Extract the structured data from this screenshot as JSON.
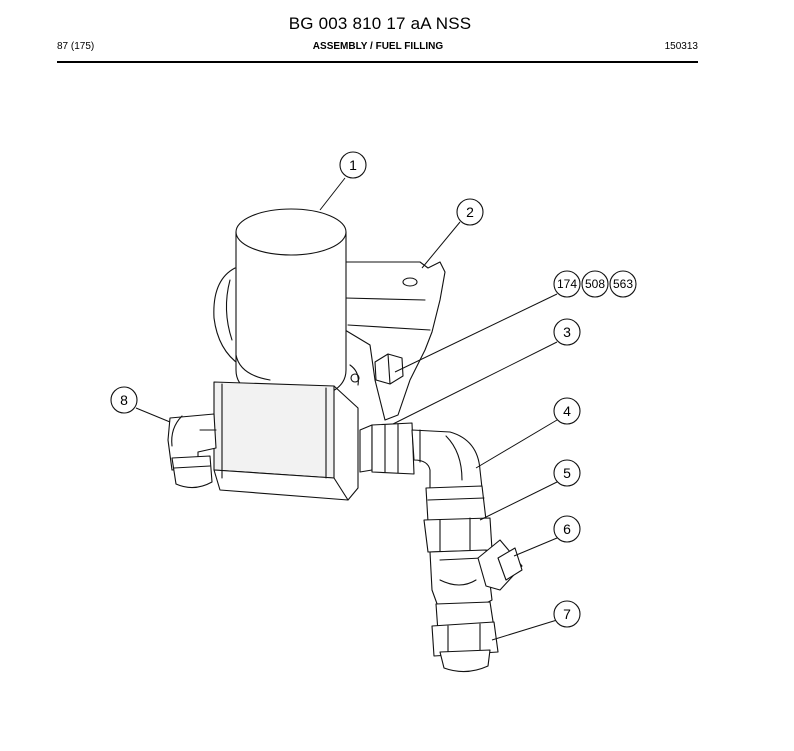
{
  "header": {
    "document_number": "BG 003 810 17 aA NSS",
    "page": "87 (175)",
    "section": "ASSEMBLY / FUEL FILLING",
    "date_code": "150313"
  },
  "drawing": {
    "balloons": [
      "1",
      "2",
      "174",
      "508",
      "563",
      "3",
      "4",
      "5",
      "6",
      "7",
      "8"
    ]
  }
}
